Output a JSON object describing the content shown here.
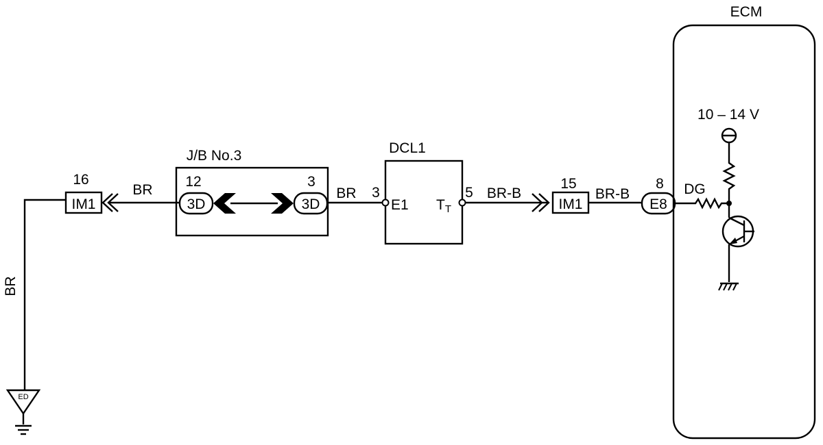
{
  "ecm": {
    "label": "ECM",
    "voltage": "10 – 14 V",
    "pin_num": "8",
    "pin_label": "E8",
    "wire": "DG"
  },
  "junction_block": {
    "label": "J/B No.3",
    "left_pin": "12",
    "left_conn": "3D",
    "right_pin": "3",
    "right_conn": "3D"
  },
  "dcl": {
    "label": "DCL1",
    "left_pin": "3",
    "left_term": "E1",
    "right_pin": "5",
    "right_term_main": "T",
    "right_term_sub": "T"
  },
  "connectors": {
    "left": {
      "pin": "16",
      "label": "IM1"
    },
    "right": {
      "pin": "15",
      "label": "IM1"
    }
  },
  "wires": {
    "im1_to_jb": "BR",
    "jb_to_dcl": "BR",
    "dcl_to_im1": "BR-B",
    "im1_to_ecm": "BR-B",
    "ground_vertical": "BR"
  },
  "ground": {
    "label": "ED"
  }
}
